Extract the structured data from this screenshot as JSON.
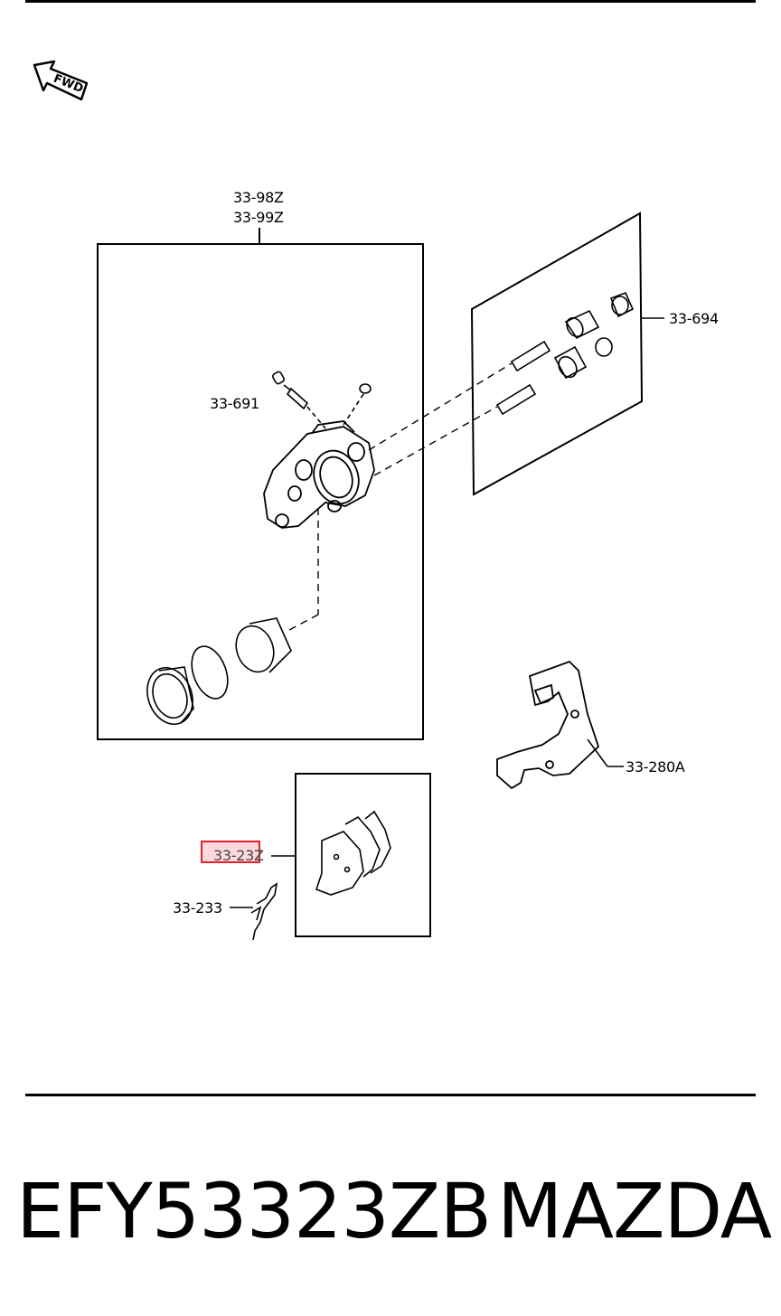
{
  "fwd_label": "FWD",
  "labels": {
    "caliper_assy_1": "33-98Z",
    "caliper_assy_2": "33-99Z",
    "bleeder": "33-691",
    "guide_pin_kit": "33-694",
    "mounting_bracket": "33-280A",
    "pad_set": "33-23Z",
    "pad_clip": "33-233"
  },
  "highlighted_label": "33-23Z",
  "footer": {
    "part_number": "EFY53323ZB",
    "brand": "MAZDA"
  },
  "colors": {
    "line": "#000000",
    "highlight_border": "#e0202a",
    "highlight_fill": "#f07882"
  }
}
